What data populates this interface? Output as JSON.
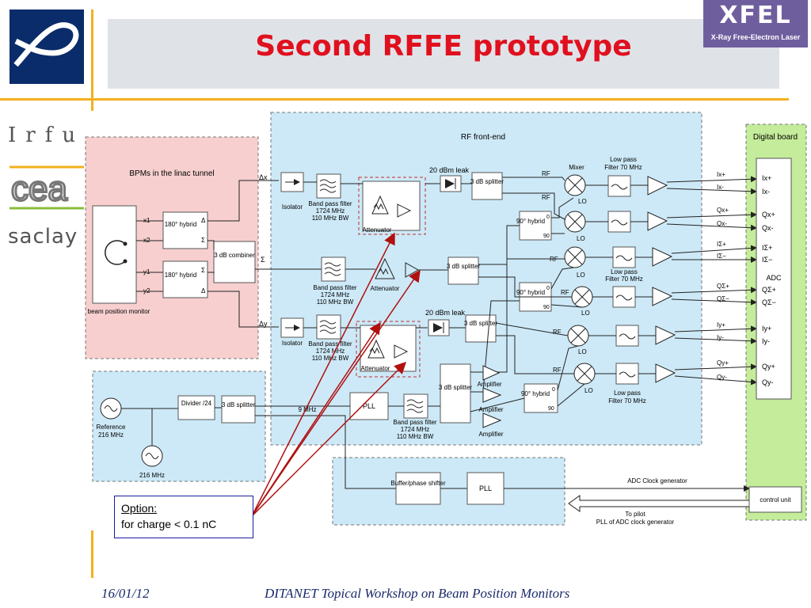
{
  "slide": {
    "title": "Second RFFE prototype",
    "footer_date": "16/01/12",
    "footer_text": "DITANET Topical Workshop on Beam Position Monitors"
  },
  "logos": {
    "xfel_big": "XFEL",
    "xfel_small": "X-Ray Free-Electron Laser",
    "irfu": "Irfu",
    "cea": "cea",
    "saclay": "saclay"
  },
  "option": {
    "title": "Option:",
    "text": "for charge < 0.1 nC"
  },
  "diagram": {
    "regions": {
      "bpm": "BPMs in the linac tunnel",
      "rffe": "RF front-end",
      "digital": "Digital board"
    },
    "bpm_device": "beam position monitor",
    "ports": [
      "x1",
      "x2",
      "y1",
      "y2"
    ],
    "hybrid180": "180° hybrid",
    "delta": "Δ",
    "sigma": "Σ",
    "combiner": "3 dB combiner",
    "dx": "Δx",
    "dy": "Δy",
    "isolator": "Isolator",
    "bpf": "Band pass filter",
    "bpf_freq": "1724 MHz",
    "bpf_bw": "110 MHz BW",
    "attenuator": "Attenuator",
    "leak": "20 dBm leak",
    "splitter": "3 dB splitter",
    "rf": "RF",
    "lo": "LO",
    "mixer": "Mixer",
    "lpf_title": "Low pass",
    "lpf_title2": "Filter 70 MHz",
    "hybrid90": "90° hybrid",
    "zero": "0",
    "ninety": "90",
    "amplifier": "Amplifier",
    "pll": "PLL",
    "mhz9": "9 MHz",
    "reference": "Reference",
    "ref_freq": "216 MHz",
    "osc_216": "216 MHz",
    "divider": "Divider /24",
    "buffer": "Buffer/phase shifter",
    "adc_clock": "ADC Clock generator",
    "to_pilot": "To pilot",
    "pll_adc": "PLL of ADC clock generator",
    "control_unit": "control unit",
    "adc": "ADC",
    "outputs": [
      "Ix+",
      "Ix-",
      "Qx+",
      "Qx-",
      "IΣ+",
      "IΣ−",
      "QΣ+",
      "QΣ−",
      "Iy+",
      "Iy-",
      "Qy+",
      "Qy-"
    ]
  },
  "colors": {
    "accent": "#f2b01e",
    "title_red": "#e0101e",
    "bpm_region": "#f7cfcf",
    "rf_region": "#cde9f7",
    "digital_region": "#c4ec9a",
    "arrow_red": "#b01010"
  }
}
